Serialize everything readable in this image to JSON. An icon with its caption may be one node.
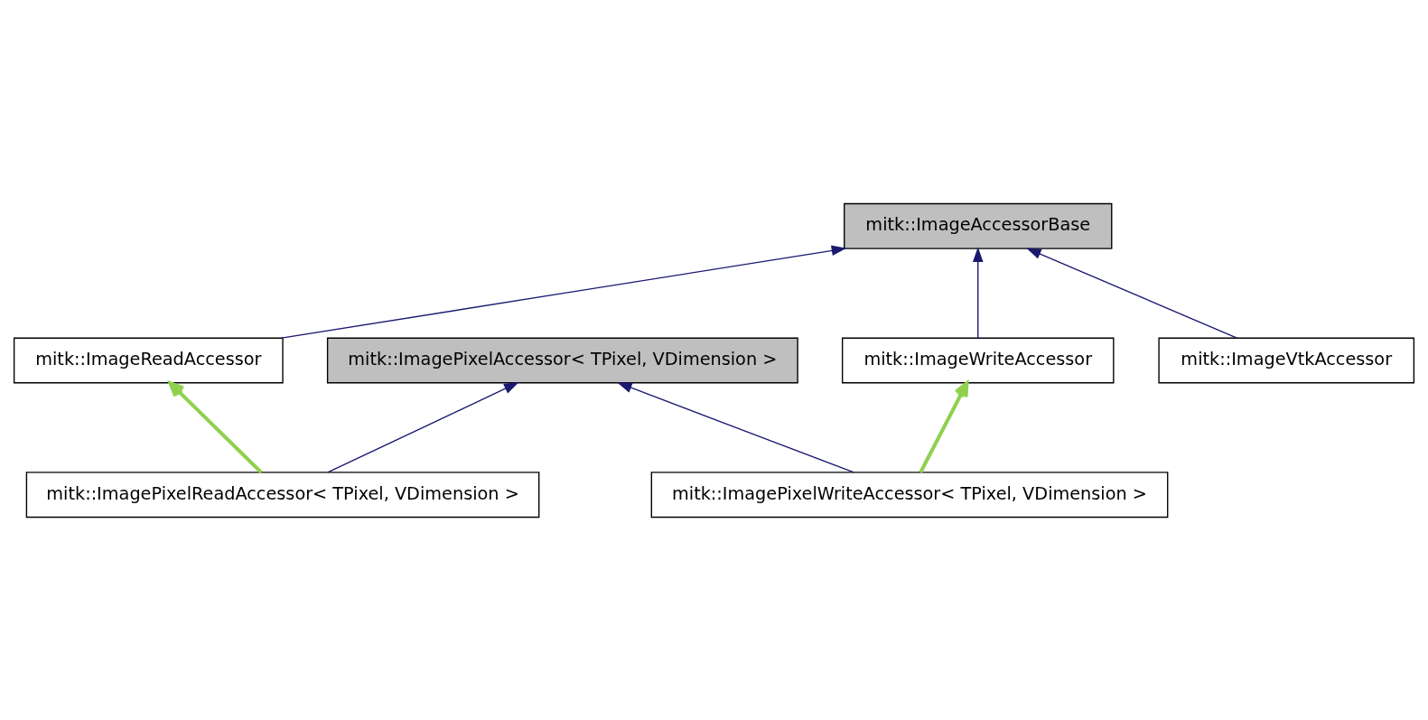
{
  "diagram": {
    "nodes": [
      {
        "text": [
          "mitk::ImageAccessorBase"
        ]
      },
      {
        "text": [
          "mitk::ImageReadAccessor"
        ]
      },
      {
        "text": [
          "mitk::ImageVtkAccessor"
        ]
      },
      {
        "text": [
          "mitk::ImageWriteAccessor"
        ]
      },
      {
        "text": [
          "mitk::ImagePixelReadAccessor< TPixel, VDimension >"
        ]
      },
      {
        "text": [
          "mitk::ImagePixelAccessor< TPixel, VDimension >"
        ]
      },
      {
        "text": [
          "mitk::ImagePixelWriteAccessor< TPixel, VDimension >"
        ]
      }
    ],
    "edges": [
      {
        "from": 1,
        "to": 0,
        "arrow": "to"
      },
      {
        "from": 2,
        "to": 0,
        "arrow": "to"
      },
      {
        "from": 3,
        "to": 0,
        "arrow": "to"
      },
      {
        "from": 4,
        "to": 5,
        "arrow": "to"
      },
      {
        "from": 6,
        "to": 5,
        "arrow": "to"
      },
      {
        "from": 4,
        "to": 1,
        "arrow": "to",
        "style": "thick",
        "color": "#8fd14f"
      },
      {
        "from": 6,
        "to": 3,
        "arrow": "to",
        "style": "thick",
        "color": "#8fd14f"
      }
    ]
  }
}
